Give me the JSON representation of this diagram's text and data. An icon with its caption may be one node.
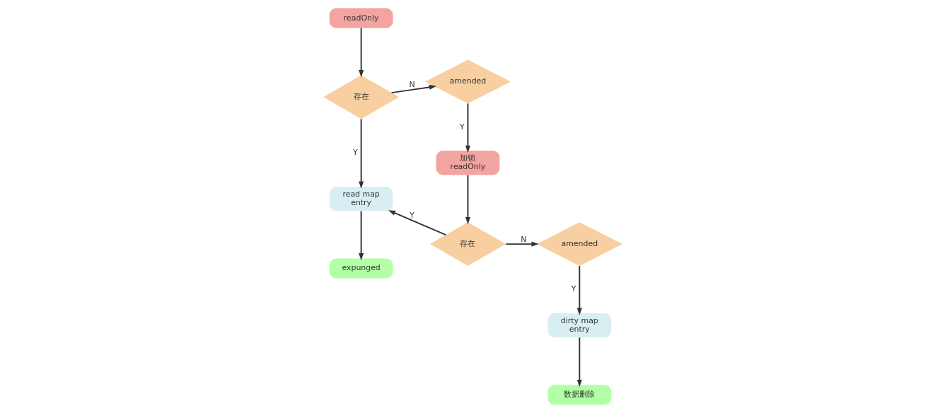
{
  "diagram": {
    "nodes": [
      {
        "text": [
          "readOnly"
        ]
      },
      {
        "text": [
          "存在"
        ]
      },
      {
        "text": [
          "read map entry"
        ]
      },
      {
        "text": [
          "expunged"
        ]
      },
      {
        "text": [
          "amended"
        ]
      },
      {
        "text": [
          "加锁 readOnly"
        ]
      },
      {
        "text": [
          "存在"
        ]
      },
      {
        "text": [
          "amended"
        ]
      },
      {
        "text": [
          "dirty map entry"
        ]
      },
      {
        "text": [
          "数据删除"
        ]
      }
    ],
    "edges": [
      {
        "from": 0,
        "to": 1,
        "arrow": "to"
      },
      {
        "from": 1,
        "to": 2,
        "arrow": "to",
        "label": "Y"
      },
      {
        "from": 2,
        "to": 3,
        "arrow": "to"
      },
      {
        "from": 1,
        "to": 4,
        "arrow": "to",
        "label": "N"
      },
      {
        "from": 4,
        "to": 5,
        "arrow": "to",
        "label": "Y"
      },
      {
        "from": 5,
        "to": 6,
        "arrow": "to"
      },
      {
        "from": 6,
        "to": 2,
        "arrow": "to",
        "label": "Y"
      },
      {
        "from": 6,
        "to": 7,
        "arrow": "to",
        "label": "N"
      },
      {
        "from": 7,
        "to": 8,
        "arrow": "to",
        "label": "Y"
      },
      {
        "from": 8,
        "to": 9,
        "arrow": "to"
      }
    ]
  }
}
